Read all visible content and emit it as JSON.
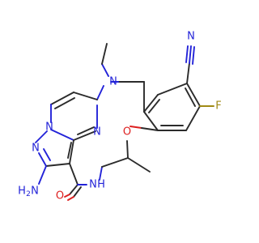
{
  "molecule": {
    "atoms": {
      "n_amine": "N",
      "n_pyrimidine": "N",
      "n_pyrazole_bridge": "N",
      "n_pyrazole": "N",
      "n_amide": "N",
      "h_amide": "H",
      "o_ether": "O",
      "o_carbonyl": "O",
      "f": "F",
      "n_nitrile": "N",
      "amino_h2n": "H",
      "amino_sub": "2",
      "amino_n": "N"
    },
    "colors": {
      "carbon": "#2b2b2b",
      "nitrogen": "#2323d8",
      "oxygen": "#dd1f1f",
      "fluorine": "#a08a14"
    }
  }
}
